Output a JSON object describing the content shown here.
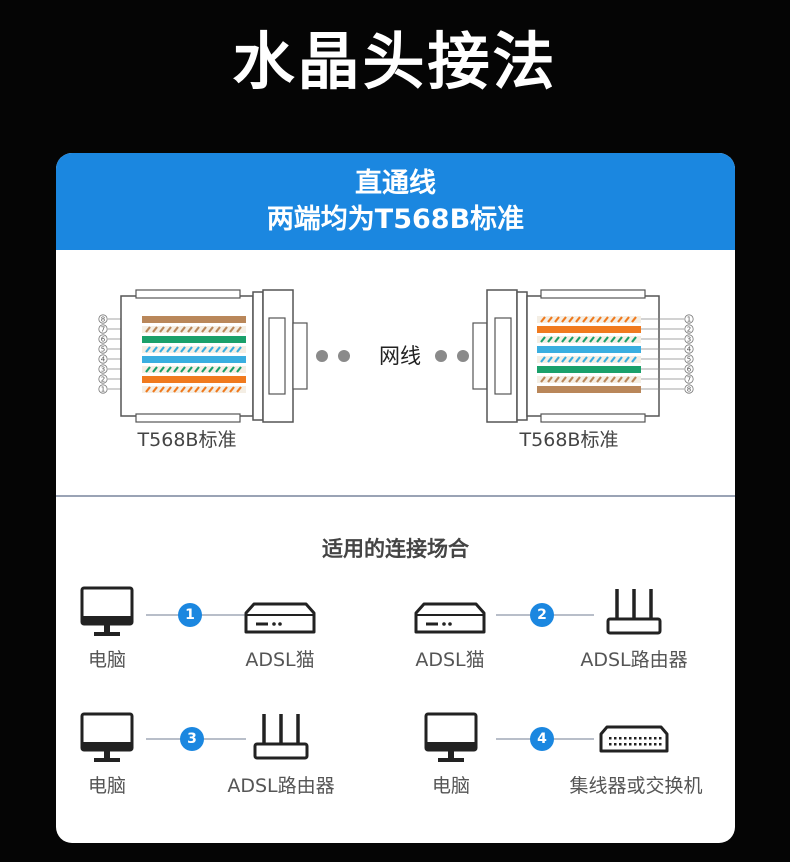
{
  "title": "水晶头接法",
  "banner": {
    "line1": "直通线",
    "line2": "两端均为T568B标准"
  },
  "wiring": {
    "left_label": "T568B标准",
    "right_label": "T568B标准",
    "cable_label": "网线",
    "pins_left": [
      "8",
      "7",
      "6",
      "5",
      "4",
      "3",
      "2",
      "1"
    ],
    "pins_right": [
      "1",
      "2",
      "3",
      "4",
      "5",
      "6",
      "7",
      "8"
    ]
  },
  "section_heading": "适用的连接场合",
  "connections": [
    {
      "number": "1",
      "from": "电脑",
      "from_icon": "monitor-icon",
      "to": "ADSL猫",
      "to_icon": "modem-icon"
    },
    {
      "number": "2",
      "from": "ADSL猫",
      "from_icon": "modem-icon",
      "to": "ADSL路由器",
      "to_icon": "router-icon"
    },
    {
      "number": "3",
      "from": "电脑",
      "from_icon": "monitor-icon",
      "to": "ADSL路由器",
      "to_icon": "router-icon"
    },
    {
      "number": "4",
      "from": "电脑",
      "from_icon": "monitor-icon",
      "to": "集线器或交换机",
      "to_icon": "switch-icon"
    }
  ],
  "colors": {
    "background": "#050505",
    "banner": "#1b87e0",
    "badge": "#1b87e0",
    "wire_orange": "#f07a1e",
    "wire_green": "#1aa06a",
    "wire_blue": "#3aaee0",
    "wire_brown": "#b9875a"
  }
}
